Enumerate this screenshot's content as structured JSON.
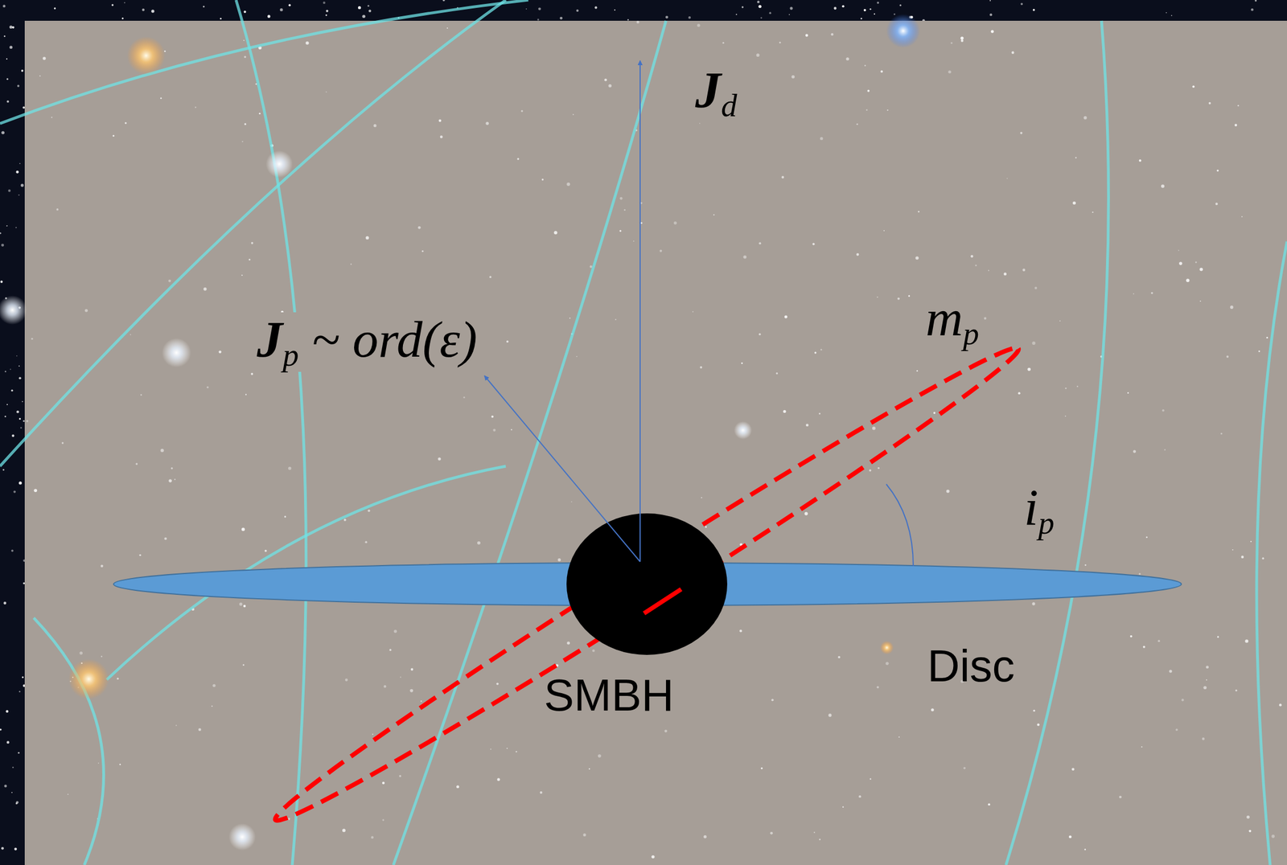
{
  "diagram": {
    "nodes": [
      {
        "text": [
          "SMBH"
        ]
      },
      {
        "text": [
          "Disc"
        ]
      }
    ],
    "labels": [
      "Jd",
      "Jp ~ ord(ε)",
      "mp",
      "ip"
    ]
  }
}
